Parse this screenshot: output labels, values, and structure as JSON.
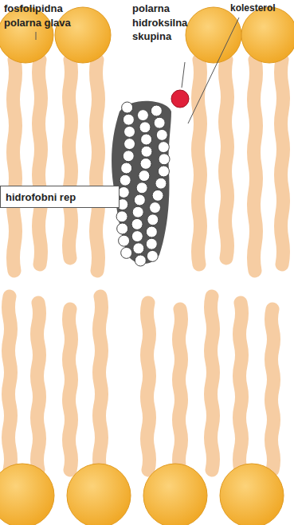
{
  "diagram": {
    "nodes": [
      {
        "text": [
          "hidrofobni rep"
        ]
      }
    ],
    "labels": [
      "fosfolipidna polarna glava",
      "polarna hidroksilna skupina",
      "kolesterol"
    ]
  }
}
